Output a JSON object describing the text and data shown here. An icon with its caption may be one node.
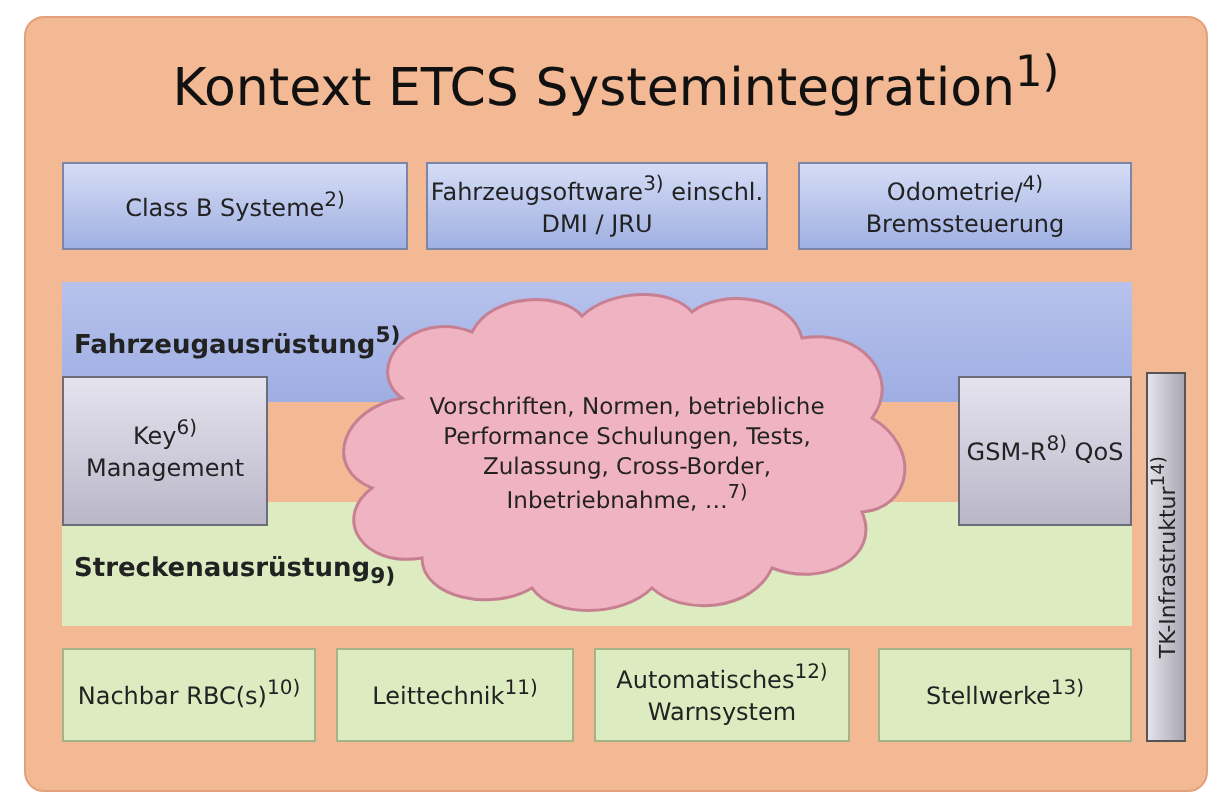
{
  "diagram": {
    "nodes": [
      {
        "text": [
          "Kontext ETCS Systemintegration$^{1)}$"
        ]
      },
      {
        "text": [
          "Class B Systeme$^{2)}$"
        ],
        "in": 0
      },
      {
        "text": [
          "Fahrzeugsoftware$^{3)}$ einschl. DMI / JRU"
        ],
        "in": 0
      },
      {
        "text": [
          "Odometrie/$^{4)}$ Bremssteuerung"
        ],
        "in": 0
      },
      {
        "text": [
          "Fahrzeugausrüstung$^{5)}$"
        ],
        "in": 0
      },
      {
        "text": [
          "Key$^{6)}$ Management"
        ],
        "in": 0
      },
      {
        "text": [
          "Vorschriften, Normen, betriebliche Performance Schulungen, Tests, Zulassung, Cross-Border, Inbetriebnahme, …$^{7)}$"
        ],
        "in": 0
      },
      {
        "text": [
          "GSM-R$^{8)}$ QoS"
        ],
        "in": 0
      },
      {
        "text": [
          "Streckenausrüstung$_{9)}$"
        ],
        "in": 0
      },
      {
        "text": [
          "TK-Infrastruktur$^{14)}$"
        ],
        "in": 0
      },
      {
        "text": [
          "Nachbar RBC(s)$^{10)}$"
        ],
        "in": 0
      },
      {
        "text": [
          "Leittechnik$^{11)}$"
        ],
        "in": 0
      },
      {
        "text": [
          "Automatisches$^{12)}$ Warnsystem"
        ],
        "in": 0
      },
      {
        "text": [
          "Stellwerke$^{13)}$"
        ],
        "in": 0
      }
    ],
    "edges": []
  }
}
